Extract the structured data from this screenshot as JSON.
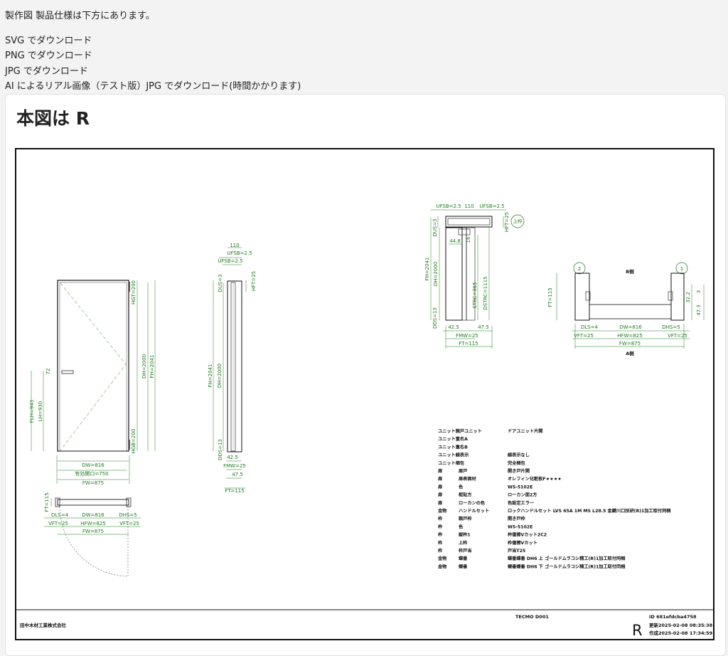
{
  "header": {
    "intro": "製作図 製品仕様は下方にあります。",
    "downloads": [
      "SVG でダウンロード",
      "PNG でダウンロード",
      "JPG でダウンロード",
      "AI によるリアル画像（テスト版）JPG でダウンロード(時間かかります)"
    ]
  },
  "card": {
    "title": "本図は R"
  },
  "front_view": {
    "dims": {
      "hgt": "HGT=200",
      "dh": "DH=2000",
      "fh": "FH=2041",
      "hgb": "HGB=200",
      "flh": "FLH=943",
      "lh": "LH=930",
      "d72": "72",
      "dw": "DW=816",
      "opening": "有効開口=750",
      "fw": "FW=875"
    }
  },
  "side_view": {
    "dims": {
      "w110": "110",
      "ufsb1": "UFSB=2.5",
      "ufsb2": "UFSB=2.5",
      "dus": "DUS=3",
      "hft": "HFT=25",
      "fh": "FH=2041",
      "dh": "DH=2000",
      "dds": "DDS=13",
      "d425": "42.5",
      "fmw": "FMW=25",
      "d475": "47.5",
      "ft": "FT=115"
    }
  },
  "plan_bottom": {
    "dims": {
      "ft": "FT=115",
      "dls": "DLS=4",
      "dw": "DW=816",
      "dhs": "DHS=5",
      "vft1": "VFT=25",
      "hfw": "HFW=825",
      "vft2": "VFT=25",
      "fw": "FW=875"
    }
  },
  "detail_top": {
    "dims": {
      "ufsb1": "UFSB=2.5",
      "w110": "110",
      "ufsb2": "UFSB=2.5",
      "hft": "HFT=25",
      "label_top": "上枠",
      "dus": "DUS=3",
      "d448": "44.8",
      "d16": "16",
      "fh": "FH=2041",
      "dh": "DH=2000",
      "strc": "STRC=965",
      "dstrc": "DSTRC=1115",
      "dds": "DDS=13",
      "d425": "42.5",
      "d475": "47.5",
      "fmw": "FMW=25",
      "ft": "FT=115"
    }
  },
  "plan_right": {
    "dims": {
      "b_side": "B側",
      "n2": "2",
      "n1": "1",
      "ft": "FT=115",
      "d32": "32.2",
      "d47": "47.3",
      "d3": "3",
      "dls": "DLS=4",
      "dw": "DW=816",
      "dhs": "DHS=5",
      "vft1": "VFT=25",
      "hfw": "HFW=825",
      "vft2": "VFT=25",
      "fw": "FW=875",
      "a_side": "A側"
    }
  },
  "specs": [
    {
      "c1": "ユニット親戸ユニット",
      "c2": "",
      "c3": "ドアユニット片開"
    },
    {
      "c1": "ユニット重名A",
      "c2": "",
      "c3": ""
    },
    {
      "c1": "ユニット重名B",
      "c2": "",
      "c3": ""
    },
    {
      "c1": "ユニット線表示",
      "c2": "",
      "c3": "線表示なし"
    },
    {
      "c1": "ユニット梱包",
      "c2": "",
      "c3": "完全梱包"
    },
    {
      "c1": "扉",
      "c2": "扉戸",
      "c3": "開き戸片開"
    },
    {
      "c1": "扉",
      "c2": "扉表面材",
      "c3": "オレフィン化粧板F★★★★"
    },
    {
      "c1": "扉",
      "c2": "色",
      "c3": "WS-5102E"
    },
    {
      "c1": "扉",
      "c2": "框貼方",
      "c3": "ローカン面2方"
    },
    {
      "c1": "扉",
      "c2": "ローカンの色",
      "c3": "色設定エラー"
    },
    {
      "c1": "金物",
      "c2": "ハンドルセット",
      "c3": "ロックハンドルセット LVS 65A 1M MS L28.5 金鍵川口技研(R)1加工取付同梱"
    },
    {
      "c1": "枠",
      "c2": "親戸枠",
      "c3": "開き戸枠"
    },
    {
      "c1": "枠",
      "c2": "色",
      "c3": "WS-5102E"
    },
    {
      "c1": "枠",
      "c2": "縦枠1",
      "c3": "枠億擦Vカット2C2"
    },
    {
      "c1": "枠",
      "c2": "上枠",
      "c3": "枠億擦Vカット"
    },
    {
      "c1": "枠",
      "c2": "枠戸当",
      "c3": "戸当T25"
    },
    {
      "c1": "金物",
      "c2": "蝶番",
      "c3": "蝶番蝶番 DH6 上 ゴールドムラコシ精工(R)1加工取付同梱"
    },
    {
      "c1": "金物",
      "c2": "蝶番",
      "c3": "蝶番蝶番 DH6 下 ゴールドムラコシ精工(R)1加工取付同梱"
    }
  ],
  "titleblock": {
    "company": "田中木材工業株式会社",
    "model": "TECMO D001",
    "hand": "R",
    "id": "ID 681efdcba4758",
    "updated": "更新2025-02-08 08:35:38",
    "created": "作成2025-02-08 17:34:59"
  },
  "colors": {
    "dimension": "#1f7a1f",
    "line": "#111111"
  }
}
